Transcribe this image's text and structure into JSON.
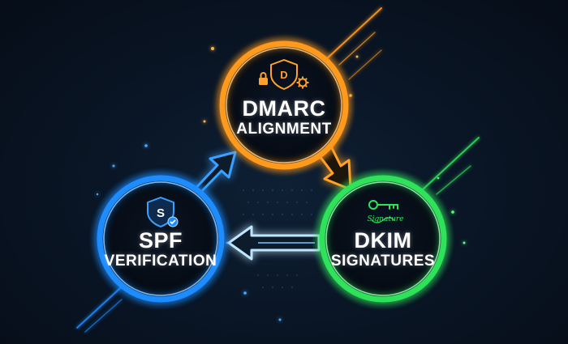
{
  "nodes": {
    "dmarc": {
      "line1": "DMARC",
      "line2": "ALIGNMENT",
      "icon_letter": "D",
      "icon": "shield-lock-gear-icon"
    },
    "spf": {
      "line1": "SPF",
      "line2": "VERIFICATION",
      "icon_letter": "S",
      "icon": "shield-check-icon"
    },
    "dkim": {
      "line1": "DKIM",
      "line2": "SIGNATURES",
      "icon_text": "Signature",
      "icon": "key-signature-icon"
    }
  },
  "colors": {
    "dmarc": "#ff9a1f",
    "spf": "#1e8cff",
    "dkim": "#2ee25a",
    "background": "#07111f"
  }
}
